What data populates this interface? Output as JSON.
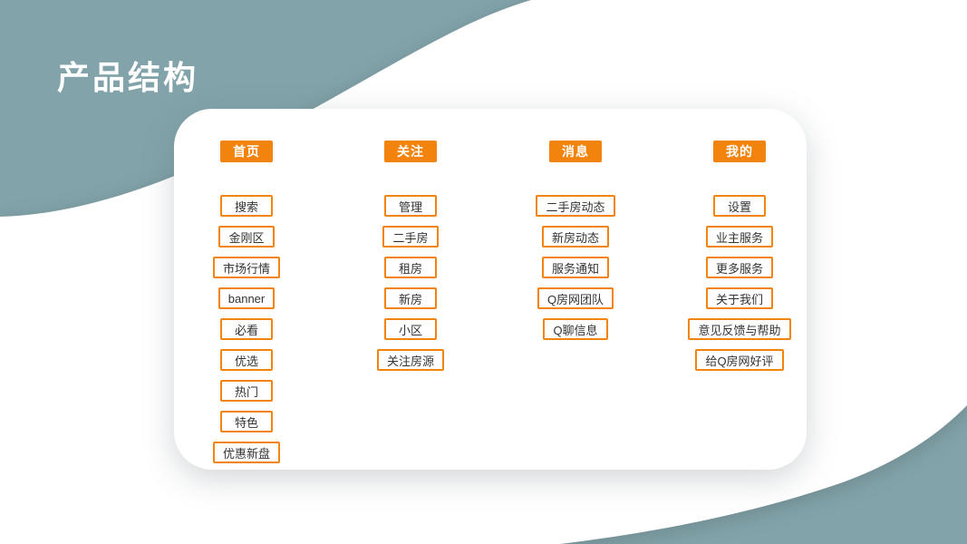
{
  "page": {
    "title": "产品结构"
  },
  "colors": {
    "background": "#81a3a9",
    "accent": "#f2830d",
    "card": "#ffffff",
    "item_text": "#333333"
  },
  "columns": [
    {
      "header": "首页",
      "items": [
        "搜索",
        "金刚区",
        "市场行情",
        "banner",
        "必看",
        "优选",
        "热门",
        "特色",
        "优惠新盘"
      ]
    },
    {
      "header": "关注",
      "items": [
        "管理",
        "二手房",
        "租房",
        "新房",
        "小区",
        "关注房源"
      ]
    },
    {
      "header": "消息",
      "items": [
        "二手房动态",
        "新房动态",
        "服务通知",
        "Q房网团队",
        "Q聊信息"
      ]
    },
    {
      "header": "我的",
      "items": [
        "设置",
        "业主服务",
        "更多服务",
        "关于我们",
        "意见反馈与帮助",
        "给Q房网好评"
      ]
    }
  ]
}
